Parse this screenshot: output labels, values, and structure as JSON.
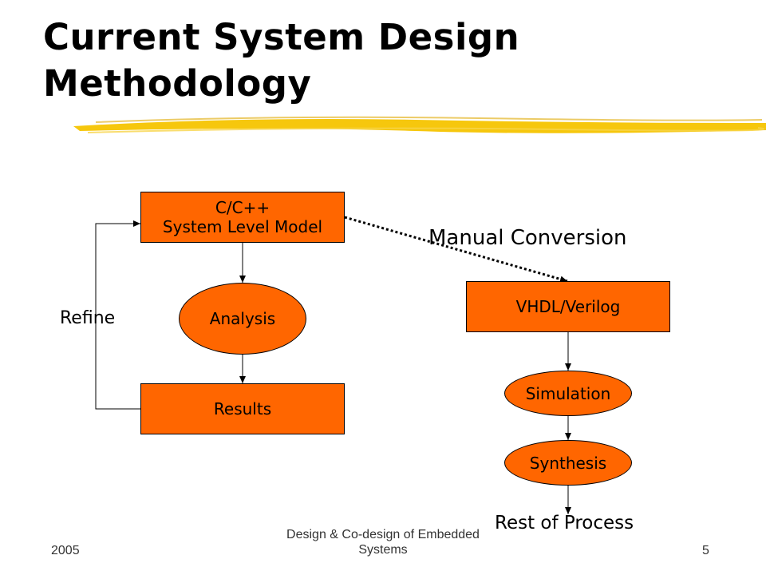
{
  "slide": {
    "title_line1": "Current System Design",
    "title_line2": "Methodology",
    "accent_color": "#ff6600",
    "underline_color": "#f5c400"
  },
  "diagram": {
    "system_model": {
      "line1": "C/C++",
      "line2": "System Level Model"
    },
    "analysis": "Analysis",
    "results": "Results",
    "refine": "Refine",
    "manual_conversion": "Manual Conversion",
    "vhdl": "VHDL/Verilog",
    "simulation": "Simulation",
    "synthesis": "Synthesis",
    "rest_of_process": "Rest of Process"
  },
  "footer": {
    "year": "2005",
    "course_line1": "Design & Co-design of Embedded",
    "course_line2": "Systems",
    "page": "5"
  }
}
